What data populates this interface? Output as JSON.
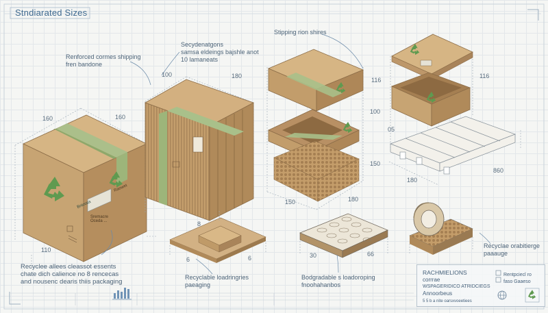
{
  "title": "Stndiarated Sizes",
  "labels": {
    "reinforced": [
      "Renforced cormes shipping",
      "fren bandone"
    ],
    "secondary": [
      "Secydenatgons",
      "samsa eldeings bajshle anot",
      "10 lamaneats"
    ],
    "shipping": "Stipping rion shires",
    "recycled_left": [
      "Recyclee allees cleassot essents",
      "chate dich calience no 8 rencecas",
      "and nousenc dearis thiis packaging"
    ],
    "recyclable_loading": [
      "Recyclable loadringries",
      "paeaging"
    ],
    "biodegradable": [
      "Bodgradable s loadoroping",
      "fnoohahanbos"
    ],
    "recycle_pallet": [
      "Recyclae orabitierge",
      "paaauge"
    ]
  },
  "dimensions": {
    "box1_top_left": "160",
    "box1_top_right": "160",
    "box1_bottom": "110",
    "box2_left": "100",
    "box2_right": "180",
    "box3_right_top": "116",
    "box3_right_mid": "100",
    "box3_right_low": "150",
    "box3_bottom_left": "150",
    "box3_bottom_right": "180",
    "box4_right": "116",
    "pallet_left": "180",
    "pallet_right": "860",
    "pallet_side": "05",
    "tray_left": "6",
    "tray_right": "6",
    "tray_top": "8",
    "foam_left": "30",
    "foam_right": "66"
  },
  "box_prints": {
    "side_panel": "Bnicosa",
    "side_text": [
      "Sremacre",
      "Oceda ..."
    ],
    "front_tab": "Raowet"
  },
  "title_block": {
    "heading": "RACHMIELIONS",
    "line1": "corrrae",
    "line2": "WSPAGERIDICO ATRIDCIEGS",
    "line3": "Annoorbeus",
    "right1": "Rentpciecl ro",
    "right2": "faso Gaaeso",
    "small": "5 5 b a nite oarsxvoeetiees"
  },
  "colors": {
    "cardboard": "#c8a577",
    "cardboard_dark": "#a9855a",
    "cardboard_light": "#d8ba8e",
    "tape_green": "#9db57a",
    "recycle_green": "#5f9a50",
    "line_blue": "#5d7891"
  },
  "icons": [
    "recycle-icon",
    "bar-chart-icon",
    "globe-icon",
    "recycle-badge-icon"
  ]
}
